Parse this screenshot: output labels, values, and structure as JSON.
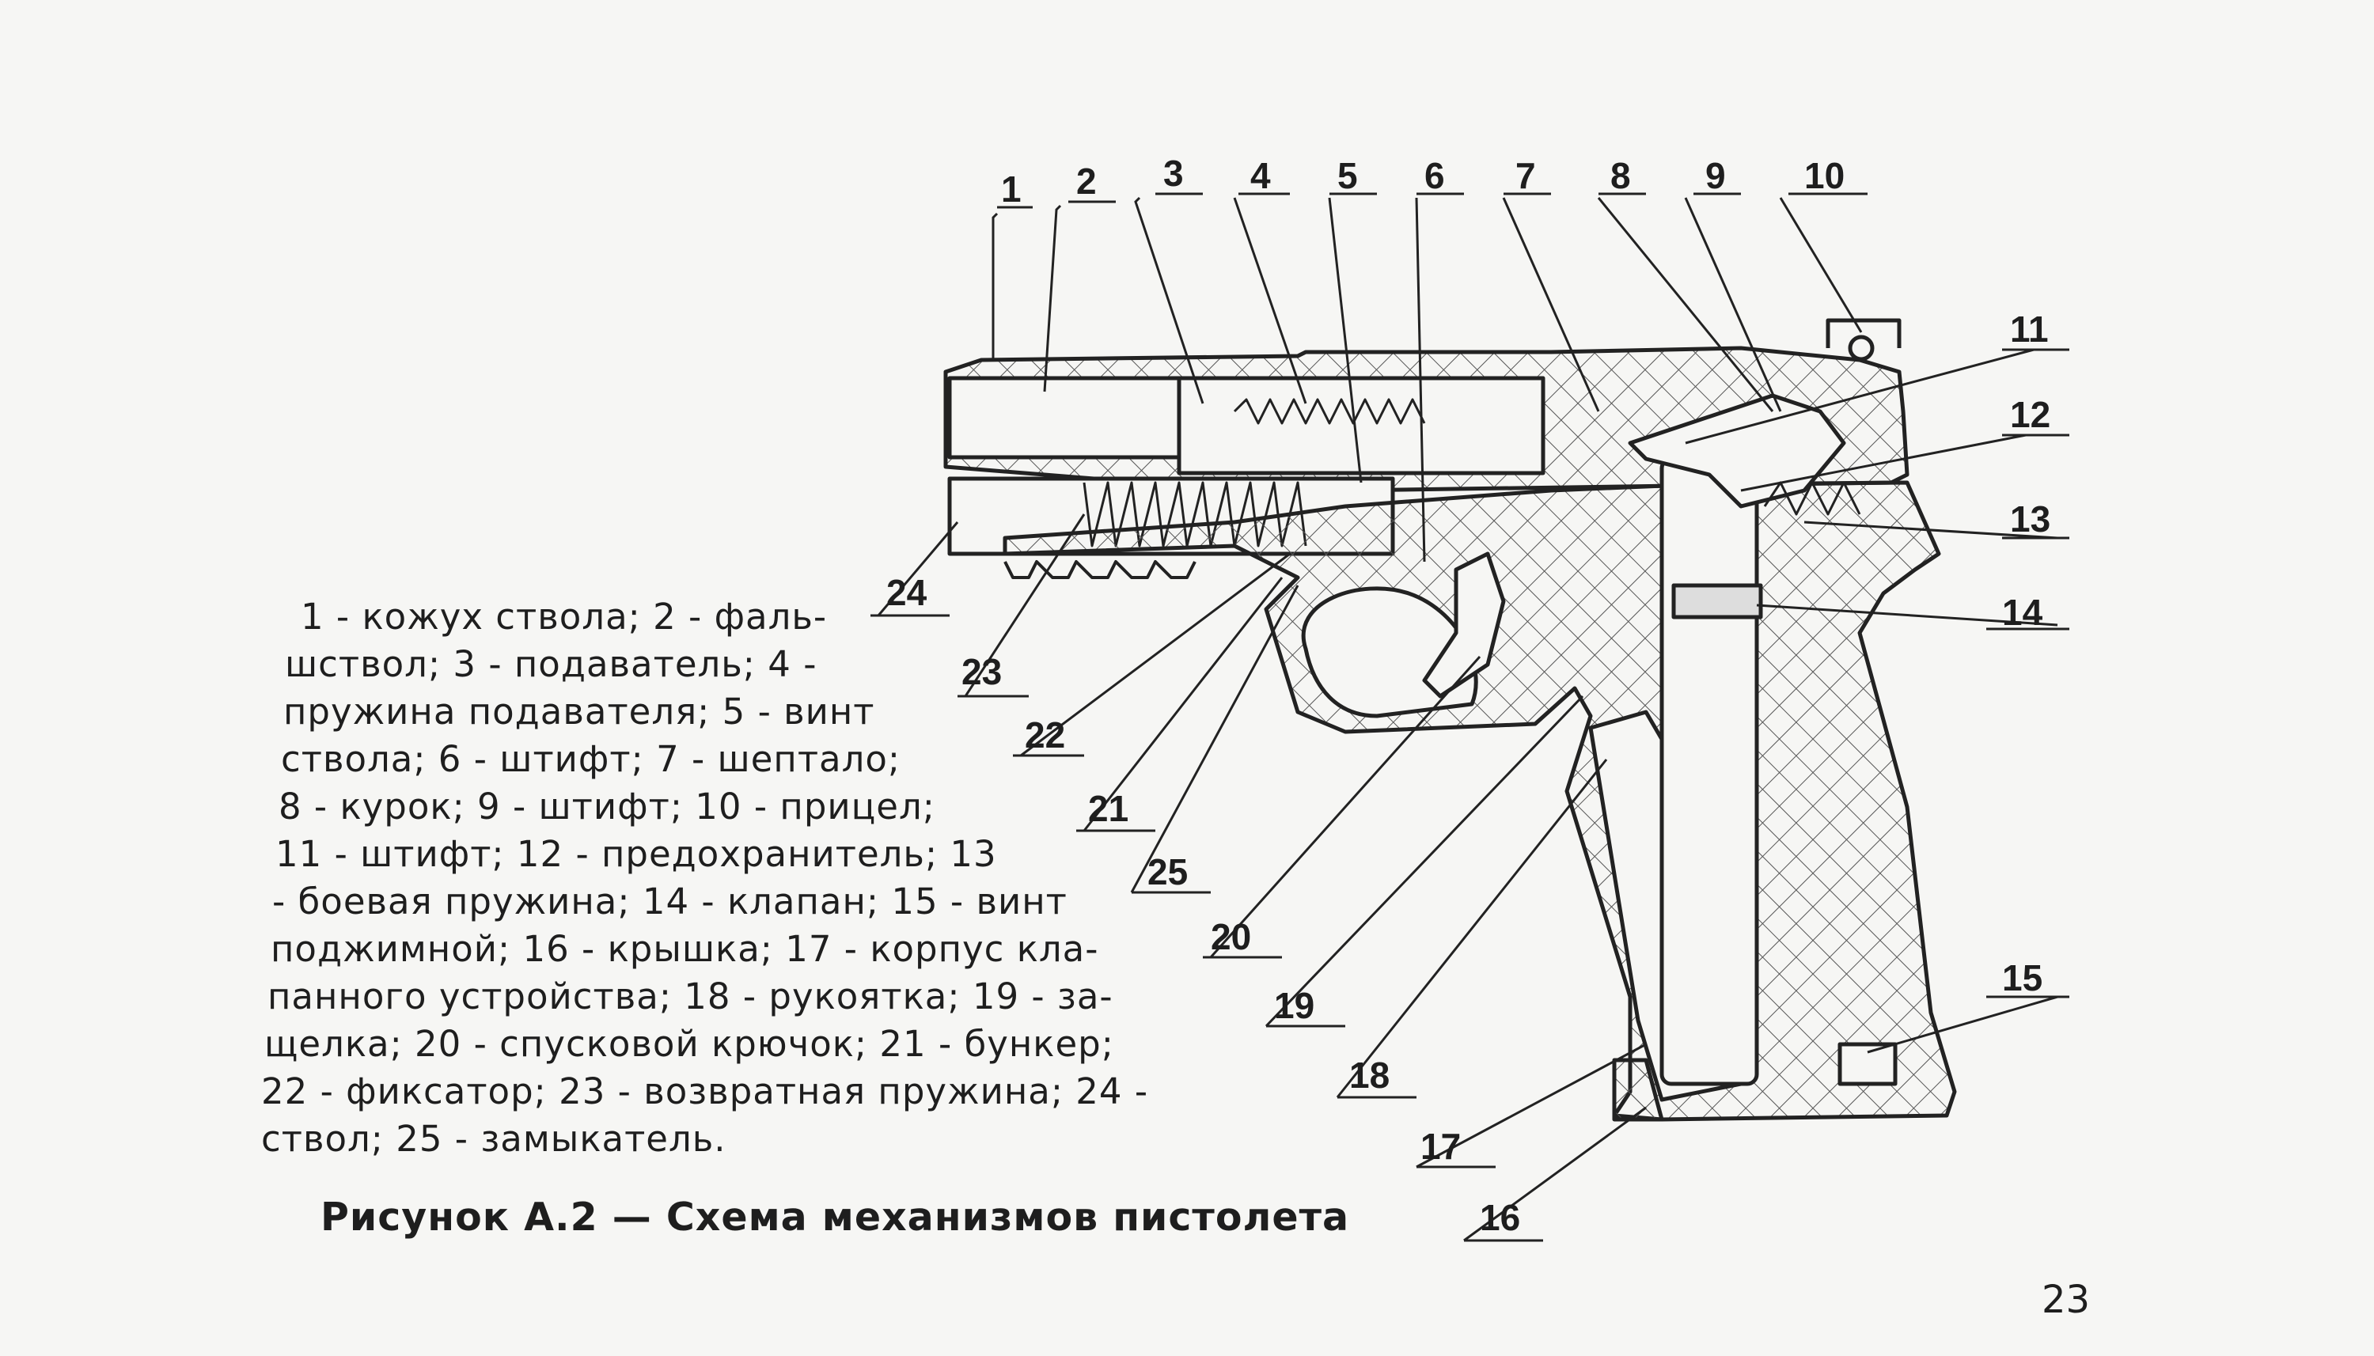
{
  "callouts": [
    "1",
    "2",
    "3",
    "4",
    "5",
    "6",
    "7",
    "8",
    "9",
    "10",
    "11",
    "12",
    "13",
    "14",
    "15",
    "16",
    "17",
    "18",
    "19",
    "20",
    "21",
    "22",
    "23",
    "24",
    "25"
  ],
  "legend_lines": [
    "1 - кожух ствола; 2 - фаль-",
    "шствол; 3 - подаватель; 4 -",
    "пружина  подавателя; 5 - винт",
    "ствола; 6 - штифт; 7 - шептало;",
    "8 -  курок; 9 - штифт; 10 - прицел;",
    "11 - штифт; 12 - предохранитель; 13",
    "- боевая пружина; 14 - клапан; 15 - винт",
    "поджимной; 16 - крышка; 17 - корпус кла-",
    "панного устройства; 18 - рукоятка; 19 - за-",
    "щелка; 20 - спусковой крючок; 21 - бункер;",
    "22 - фиксатор; 23 - возвратная пружина; 24 -",
    "ствол; 25 - замыкатель."
  ],
  "caption": "Рисунок А.2 — Схема механизмов пистолета",
  "page_number": "23"
}
